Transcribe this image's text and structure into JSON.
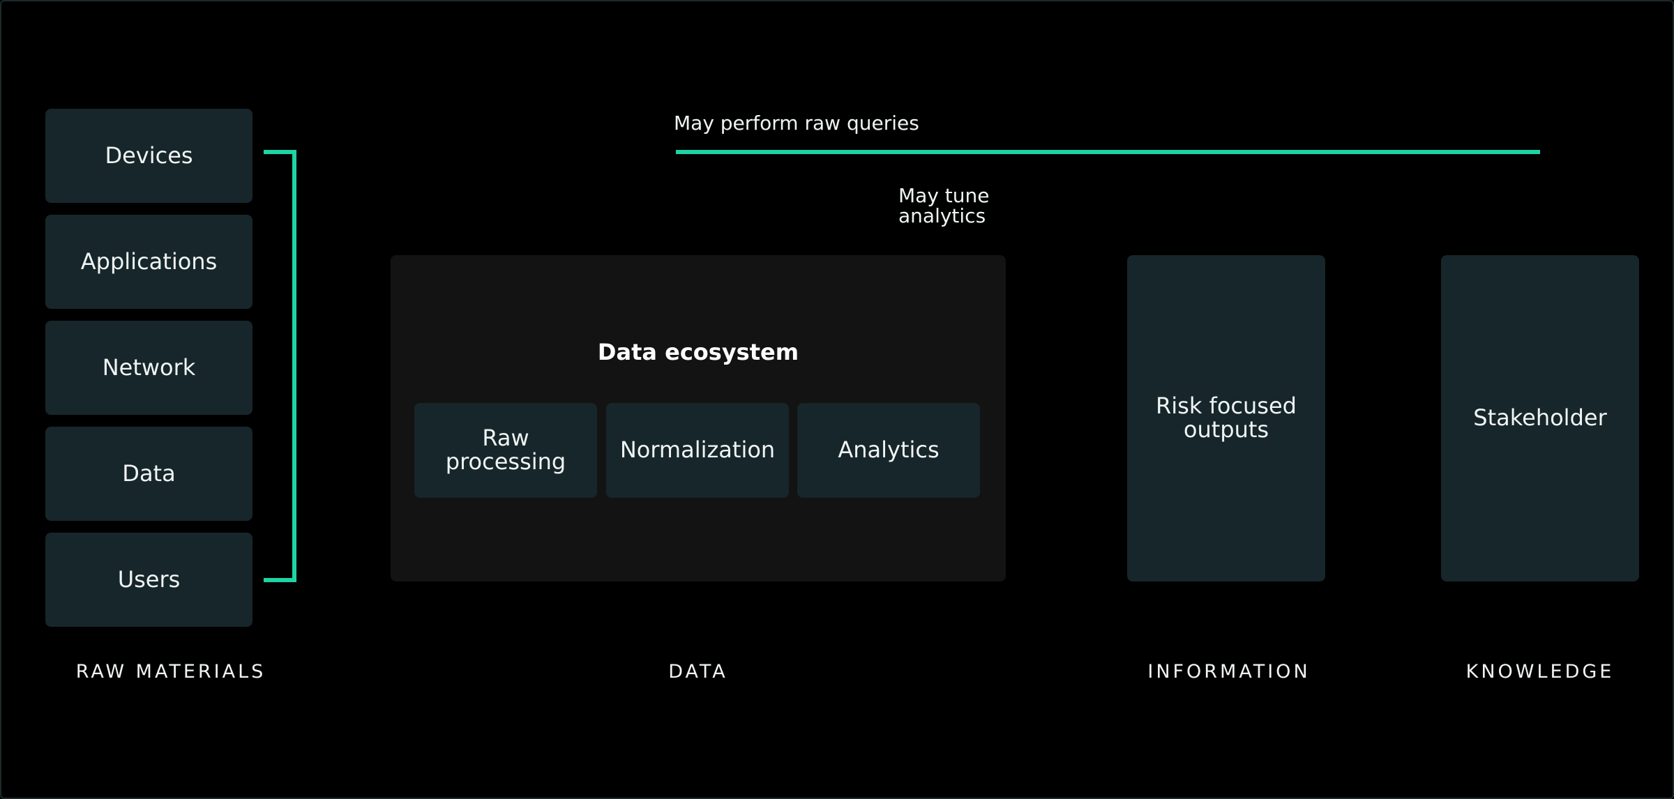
{
  "raw_materials": {
    "items": [
      {
        "label": "Devices"
      },
      {
        "label": "Applications"
      },
      {
        "label": "Network"
      },
      {
        "label": "Data"
      },
      {
        "label": "Users"
      }
    ]
  },
  "data_ecosystem": {
    "title": "Data ecosystem",
    "steps": [
      {
        "label": "Raw\nprocessing"
      },
      {
        "label": "Normalization"
      },
      {
        "label": "Analytics"
      }
    ]
  },
  "information": {
    "label": "Risk focused\noutputs"
  },
  "knowledge": {
    "label": "Stakeholder"
  },
  "annotations": {
    "raw_queries": "May perform raw queries",
    "tune_analytics": "May tune\nanalytics"
  },
  "stages": {
    "raw_materials": "RAW MATERIALS",
    "data": "DATA",
    "information": "INFORMATION",
    "knowledge": "KNOWLEDGE"
  },
  "colors": {
    "connector": "#1ed4a4",
    "connector_dark": "#0e6a55",
    "connector_blue": "#1a5a85",
    "box_fill": "#17262a",
    "ecosystem_fill": "#131313"
  }
}
